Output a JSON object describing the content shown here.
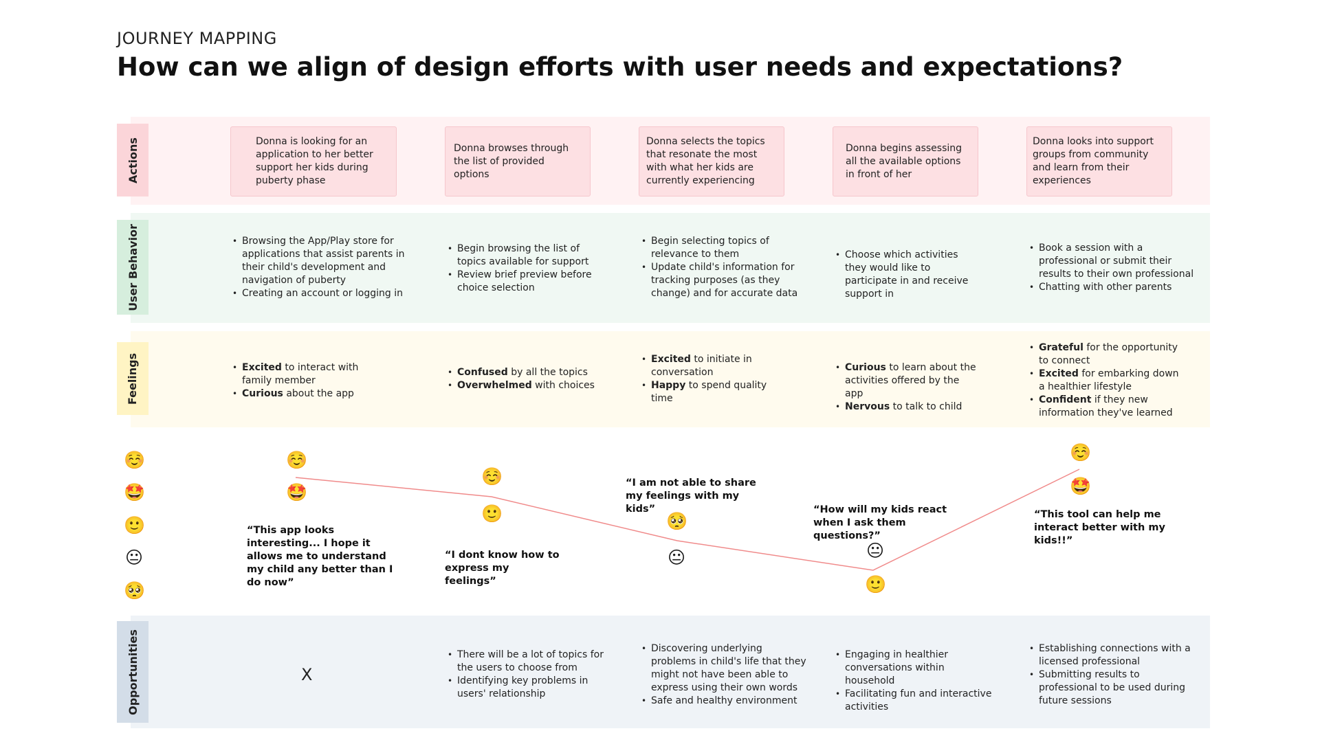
{
  "header": {
    "eyebrow": "JOURNEY MAPPING",
    "title": "How can we align of design efforts with user needs and expectations?"
  },
  "rows": {
    "actions": "Actions",
    "behavior": "User Behavior",
    "feelings": "Feelings",
    "opportunities": "Opportunities"
  },
  "actions": [
    "Donna is looking for an application to her better support her kids during puberty phase",
    "Donna browses through the list of provided options",
    "Donna selects the topics that resonate the most with what her kids are currently experiencing",
    "Donna begins assessing all the available options in front of her",
    "Donna looks into support groups from community and learn from their experiences"
  ],
  "behavior": [
    [
      "Browsing the App/Play store for applications that assist parents in their child's development and navigation of puberty",
      "Creating an account or logging in"
    ],
    [
      "Begin browsing the list of topics available for support",
      "Review brief preview before choice selection"
    ],
    [
      "Begin selecting topics of relevance to them",
      "Update child's information for tracking purposes (as they change) and for accurate data"
    ],
    [
      "Choose which activities they would like to participate in and receive support in"
    ],
    [
      "Book a session with a professional or submit their results to their own professional",
      "Chatting with other parents"
    ]
  ],
  "feelings": [
    [
      {
        "b": "Excited",
        "t": " to interact with family member"
      },
      {
        "b": "Curious",
        "t": " about the app"
      }
    ],
    [
      {
        "b": "Confused",
        "t": " by all the topics"
      },
      {
        "b": "Overwhelmed",
        "t": " with choices"
      }
    ],
    [
      {
        "b": "Excited",
        "t": " to initiate in conversation"
      },
      {
        "b": "Happy",
        "t": " to spend quality time"
      }
    ],
    [
      {
        "b": "Curious",
        "t": " to learn about the activities offered by the app"
      },
      {
        "b": "Nervous",
        "t": " to talk to child"
      }
    ],
    [
      {
        "b": "Grateful",
        "t": " for the opportunity to connect"
      },
      {
        "b": "Excited",
        "t": " for embarking down a healthier lifestyle"
      },
      {
        "b": "Confident",
        "t": " if they new information they've learned"
      }
    ]
  ],
  "quotes": [
    "“This app looks interesting... I hope it allows me to understand my child any better than I do now”",
    "“I dont know how to express my feelings”",
    "“I am not able to share my feelings with my kids”",
    "“How will my kids react when I ask them questions?”",
    "“This tool can help me  interact better with my kids!!”"
  ],
  "emotion_scale": [
    "☺️",
    "🤩",
    "🙂",
    "😐",
    "🥺"
  ],
  "emotion_points": [
    {
      "face": "☺️",
      "second": "🤩"
    },
    {
      "face": "☺️",
      "second": "🙂"
    },
    {
      "face": "🥺",
      "second": "😐"
    },
    {
      "face": "😐",
      "second": "🙂"
    },
    {
      "face": "☺️",
      "second": "🤩"
    }
  ],
  "opportunities": [
    "X",
    [
      "There will be a lot of topics for the users to choose from",
      "Identifying key problems in users' relationship"
    ],
    [
      "Discovering underlying problems in child's life that they might not have been able to express using their own words",
      "Safe and healthy environment"
    ],
    [
      "Engaging in healthier conversations within household",
      "Facilitating fun and interactive activities"
    ],
    [
      "Establishing connections with a licensed professional",
      "Submitting results to professional to be used during future sessions"
    ]
  ],
  "colors": {
    "actions_band": "#fff2f3",
    "behavior_band": "#f0f8f3",
    "feelings_band": "#fffbee",
    "opportunities_band": "#eff3f7",
    "journey_line": "#f08a8a"
  }
}
